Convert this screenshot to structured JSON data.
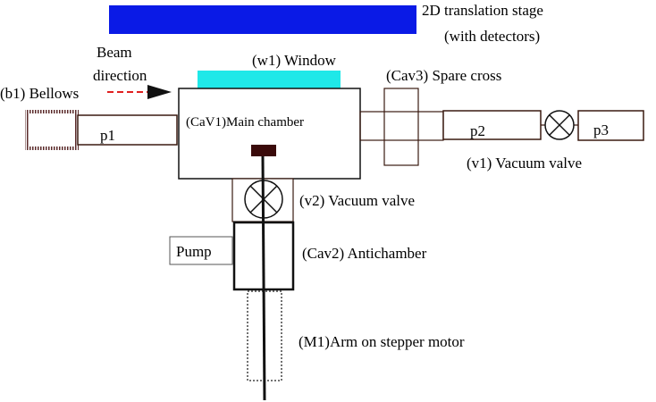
{
  "labels": {
    "stage_line1": "2D translation stage",
    "stage_line2": "(with detectors)",
    "beam_line1": "Beam",
    "beam_line2": "direction",
    "window": "(w1) Window",
    "bellows": "(b1) Bellows",
    "p1": "p1",
    "main_chamber": "(CaV1)Main chamber",
    "spare_cross": "(Cav3) Spare cross",
    "p2": "p2",
    "p3": "p3",
    "vacuum_valve_v1": "(v1) Vacuum valve",
    "vacuum_valve_v2": "(v2) Vacuum valve",
    "pump": "Pump",
    "antichamber": "(Cav2) Antichamber",
    "arm": "(M1)Arm on stepper motor"
  },
  "colors": {
    "stage": "#0a1ae6",
    "window": "#1fe8e8",
    "outline": "#3a1a10",
    "beam_arrow": "#e02020",
    "holder": "#3a0a0a",
    "bellows": "#5a2a2a"
  }
}
